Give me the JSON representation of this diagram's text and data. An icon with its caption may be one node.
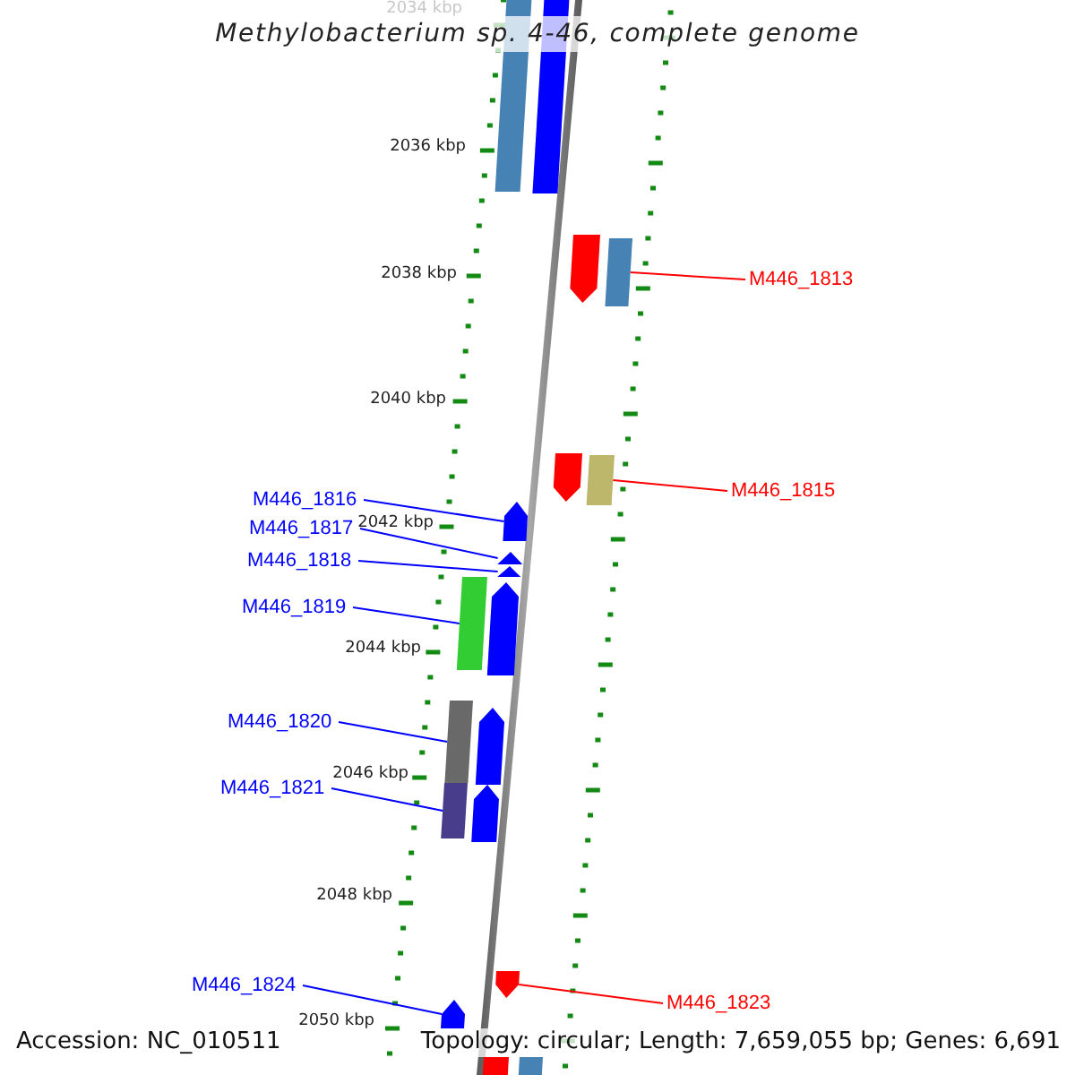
{
  "diagram": {
    "title": "Methylobacterium sp. 4-46, complete genome",
    "nodes": [
      {
        "text": [
          "M446_1813"
        ]
      },
      {
        "text": [],
        "shape": "box"
      },
      {
        "text": [
          "M446_1815"
        ]
      },
      {
        "text": [],
        "shape": "box"
      },
      {
        "text": [
          "M446_1816"
        ]
      },
      {
        "text": [],
        "shape": "arrow"
      },
      {
        "text": [
          "M446_1817"
        ]
      },
      {
        "text": [],
        "shape": "triangle"
      },
      {
        "text": [
          "M446_1818"
        ]
      },
      {
        "text": [],
        "shape": "triangle"
      },
      {
        "text": [
          "M446_1819"
        ]
      },
      {
        "text": [],
        "shape": "box"
      },
      {
        "text": [
          "M446_1820"
        ]
      },
      {
        "text": [],
        "shape": "box"
      },
      {
        "text": [
          "M446_1821"
        ]
      },
      {
        "text": [],
        "shape": "box"
      },
      {
        "text": [
          "M446_1824"
        ]
      },
      {
        "text": [],
        "shape": "arrow"
      },
      {
        "text": [
          "M446_1823"
        ]
      },
      {
        "text": [],
        "shape": "arrow"
      }
    ],
    "edges": [
      {
        "from": 0,
        "to": 1,
        "arrow": "none",
        "color": "#ff0000"
      },
      {
        "from": 2,
        "to": 3,
        "arrow": "none",
        "color": "#ff0000"
      },
      {
        "from": 4,
        "to": 5,
        "arrow": "none"
      },
      {
        "from": 6,
        "to": 7,
        "arrow": "none"
      },
      {
        "from": 8,
        "to": 9,
        "arrow": "none"
      },
      {
        "from": 10,
        "to": 11,
        "arrow": "none"
      },
      {
        "from": 12,
        "to": 13,
        "arrow": "none"
      },
      {
        "from": 14,
        "to": 15,
        "arrow": "none"
      },
      {
        "from": 16,
        "to": 17,
        "arrow": "none"
      },
      {
        "from": 18,
        "to": 19,
        "arrow": "none",
        "color": "#ff0000"
      }
    ],
    "labels": [
      "2034 kbp",
      "2036 kbp",
      "2038 kbp",
      "2040 kbp",
      "2042 kbp",
      "2044 kbp",
      "2046 kbp",
      "2048 kbp",
      "2050 kbp",
      "Accession: NC_010511",
      "Topology: circular; Length: 7,659,055 bp; Genes: 6,691"
    ]
  }
}
